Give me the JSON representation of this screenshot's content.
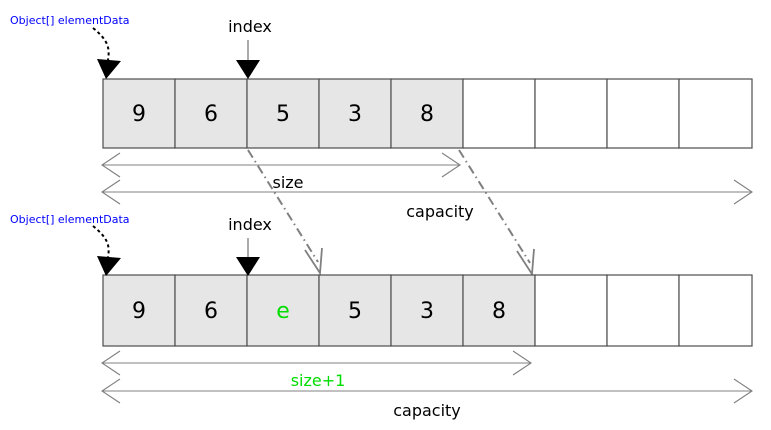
{
  "diagram": {
    "title": "ArrayList insert at index",
    "colors": {
      "cell_fill": "#e6e6e6",
      "cell_stroke": "#4d4d4d",
      "pointer_label": "#0000ff",
      "highlight": "#00dd00",
      "span_arrow": "#808080"
    }
  },
  "before": {
    "pointer_label": "Object[] elementData",
    "index_label": "index",
    "cells": [
      {
        "value": "9",
        "filled": true
      },
      {
        "value": "6",
        "filled": true
      },
      {
        "value": "5",
        "filled": true
      },
      {
        "value": "3",
        "filled": true
      },
      {
        "value": "8",
        "filled": true
      },
      {
        "value": "",
        "filled": false
      },
      {
        "value": "",
        "filled": false
      },
      {
        "value": "",
        "filled": false
      },
      {
        "value": "",
        "filled": false
      }
    ],
    "size_label": "size",
    "capacity_label": "capacity",
    "size": 5,
    "capacity": 9
  },
  "after": {
    "pointer_label": "Object[] elementData",
    "index_label": "index",
    "cells": [
      {
        "value": "9",
        "filled": true,
        "highlight": false
      },
      {
        "value": "6",
        "filled": true,
        "highlight": false
      },
      {
        "value": "e",
        "filled": true,
        "highlight": true
      },
      {
        "value": "5",
        "filled": true,
        "highlight": false
      },
      {
        "value": "3",
        "filled": true,
        "highlight": false
      },
      {
        "value": "8",
        "filled": true,
        "highlight": false
      },
      {
        "value": "",
        "filled": false,
        "highlight": false
      },
      {
        "value": "",
        "filled": false,
        "highlight": false
      },
      {
        "value": "",
        "filled": false,
        "highlight": false
      }
    ],
    "size_label": "size+1",
    "capacity_label": "capacity",
    "size": 6,
    "capacity": 9
  }
}
